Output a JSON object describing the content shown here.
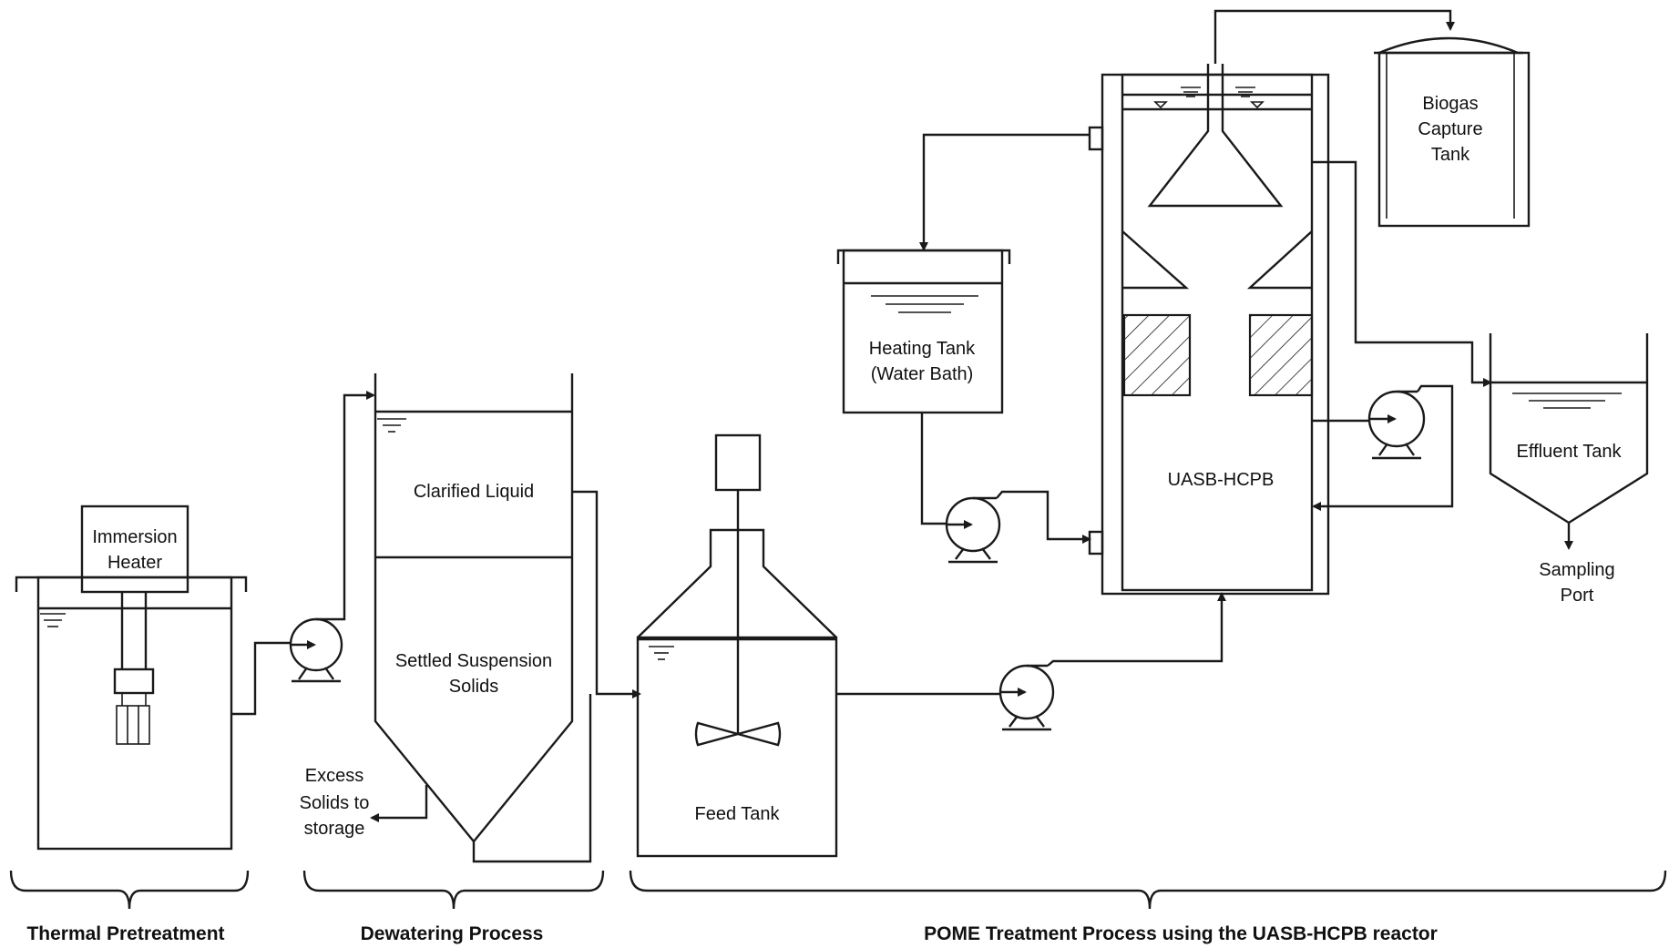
{
  "labels": {
    "immersion_heater": [
      "Immersion",
      "Heater"
    ],
    "clarified_liquid": "Clarified Liquid",
    "settled_solids": [
      "Settled Suspension",
      "Solids"
    ],
    "excess_solids": [
      "Excess",
      "Solids to",
      "storage"
    ],
    "feed_tank": "Feed Tank",
    "heating_tank": [
      "Heating Tank",
      "(Water Bath)"
    ],
    "reactor": "UASB-HCPB",
    "biogas_tank": [
      "Biogas",
      "Capture",
      "Tank"
    ],
    "effluent_tank": "Effluent Tank",
    "sampling_port": [
      "Sampling",
      "Port"
    ]
  },
  "sections": {
    "thermal": "Thermal Pretreatment",
    "dewatering": "Dewatering Process",
    "pome": "POME Treatment Process using the UASB-HCPB reactor"
  }
}
